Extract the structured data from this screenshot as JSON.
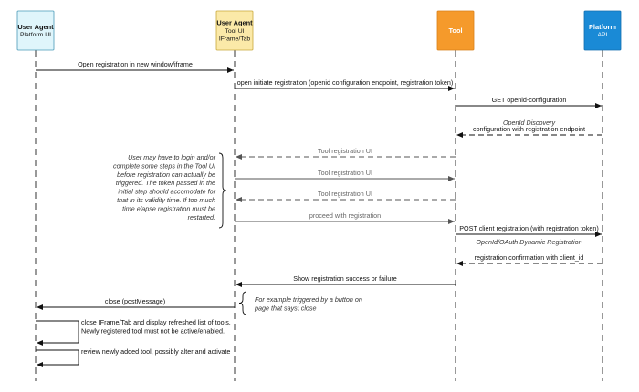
{
  "participants": [
    {
      "id": "ua",
      "title": "User Agent",
      "subtitle": [
        "Platform UI"
      ],
      "fill": "#dff5fb",
      "stroke": "#4a9ab8",
      "text_color": "#111111"
    },
    {
      "id": "tool_ui",
      "title": "User Agent",
      "subtitle": [
        "Tool UI",
        "IFrame/Tab"
      ],
      "fill": "#fbe9a8",
      "stroke": "#c9a83a",
      "text_color": "#111111"
    },
    {
      "id": "tool",
      "title": "Tool",
      "subtitle": [],
      "fill": "#f59a2b",
      "stroke": "#d9801a",
      "text_color": "#ffffff"
    },
    {
      "id": "platform",
      "title": "Platform",
      "subtitle": [
        "API"
      ],
      "fill": "#1a8ad6",
      "stroke": "#136fb0",
      "text_color": "#ffffff"
    }
  ],
  "messages": [
    {
      "from": "ua",
      "to": "tool_ui",
      "label": "Open registration in new window/iframe",
      "style": "solid"
    },
    {
      "from": "tool_ui",
      "to": "tool",
      "label": "open initiate registration (openid configuration endpoint, registration token)",
      "style": "solid"
    },
    {
      "from": "tool",
      "to": "platform",
      "label": "GET openid-configuration",
      "style": "solid"
    },
    {
      "from": "platform",
      "to": "tool",
      "label": "configuration with registration endpoint",
      "note": "OpenId Discovery",
      "style": "dashed"
    },
    {
      "from": "tool",
      "to": "tool_ui",
      "label": "Tool registration UI",
      "style": "dashed",
      "muted": true
    },
    {
      "from": "tool_ui",
      "to": "tool",
      "label": "Tool registration UI",
      "style": "solid",
      "muted": true
    },
    {
      "from": "tool",
      "to": "tool_ui",
      "label": "Tool registration UI",
      "style": "dashed",
      "muted": true
    },
    {
      "from": "tool_ui",
      "to": "tool",
      "label": "proceed with registration",
      "style": "solid",
      "muted": true
    },
    {
      "from": "tool",
      "to": "platform",
      "label": "POST client registration (with registration token)",
      "style": "solid"
    },
    {
      "from": "platform",
      "to": "tool",
      "label": "registration confirmation with client_id",
      "note": "OpenId/OAuth Dynamic Registration",
      "style": "dashed"
    },
    {
      "from": "tool",
      "to": "tool_ui",
      "label": "Show registration success or failure",
      "style": "solid"
    },
    {
      "from": "tool_ui",
      "to": "ua",
      "label": "close (postMessage)",
      "style": "solid"
    },
    {
      "from": "ua",
      "to": "ua",
      "label": [
        "close IFrame/Tab and display refreshed list of tools.",
        "Newly registered tool must not be active/enabled."
      ],
      "style": "self"
    },
    {
      "from": "ua",
      "to": "ua",
      "label": [
        "review newly added tool, possibly alter and activate"
      ],
      "style": "self"
    }
  ],
  "notes": [
    {
      "text": [
        "User may have to login and/or",
        "complete some steps in the Tool UI",
        "before registration can actually be",
        "triggered. The token passed in the",
        "initial step should accomodate for",
        "that in its validity time. If too much",
        "time elapse registration must be",
        "restarted."
      ],
      "bracket": "right"
    },
    {
      "text": [
        "For example triggered by a button on",
        "page that says: close"
      ],
      "bracket": "left"
    }
  ]
}
